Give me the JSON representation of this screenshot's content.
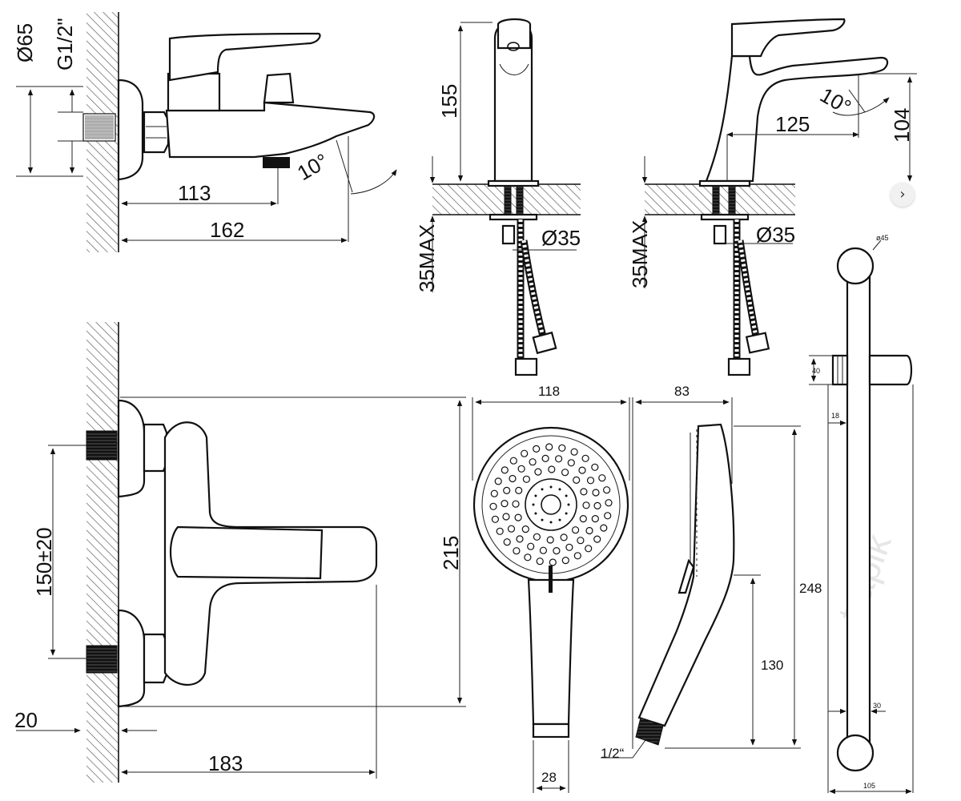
{
  "dims": {
    "bath_dia": "Ø65",
    "bath_thread": "G1/2\"",
    "bath_113": "113",
    "bath_162": "162",
    "bath_angle": "10°",
    "tall_155": "155",
    "tall_35max": "35MAX",
    "tall_d35": "Ø35",
    "short_125": "125",
    "short_104": "104",
    "short_angle": "10°",
    "short_35max": "35MAX",
    "short_d35": "Ø35",
    "front_150": "150±20",
    "front_215": "215",
    "front_20": "20",
    "front_183": "183",
    "hs_118": "118",
    "hs_83": "83",
    "hs_130": "130",
    "hs_248": "248",
    "hs_28": "28",
    "hs_thread": "1/2“",
    "bar_d45": "ø45",
    "bar_40": "40",
    "bar_18": "18",
    "bar_30": "30",
    "bar_105": "105"
  },
  "watermark": "trapik",
  "nav": {
    "next_glyph": "›"
  },
  "colors": {
    "line": "#111111",
    "thread": "#1a1a1a",
    "hatch": "#555555"
  }
}
